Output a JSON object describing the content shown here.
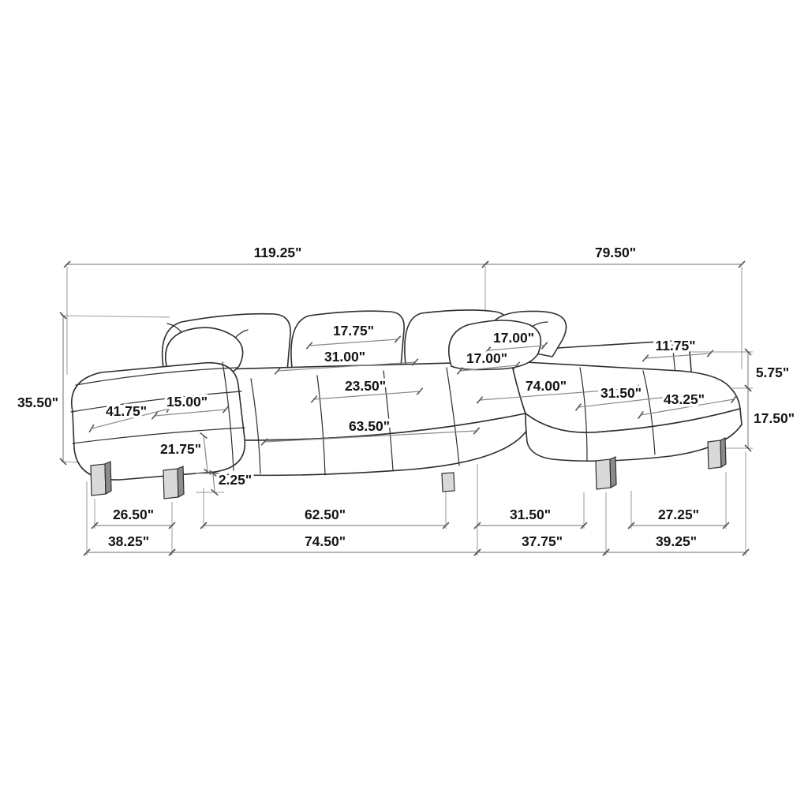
{
  "dims": {
    "overall_width_left": "119.25\"",
    "overall_width_right": "79.50\"",
    "overall_height": "35.50\"",
    "back_cushion_width": "17.75\"",
    "back_cushion_span": "31.00\"",
    "pillow_width_upper": "17.00\"",
    "pillow_width_lower": "17.00\"",
    "right_arm_width": "11.75\"",
    "right_arm_height": "5.75\"",
    "seat_height": "17.50\"",
    "seat_depth": "23.50\"",
    "chaise_length": "74.00\"",
    "chaise_width": "31.50\"",
    "chaise_depth": "43.25\"",
    "left_arm_depth": "41.75\"",
    "left_arm_width": "15.00\"",
    "seat_width": "63.50\"",
    "left_arm_height": "21.75\"",
    "leg_height": "2.25\"",
    "left_leg_span": "26.50\"",
    "seat_span": "62.50\"",
    "chaise_leg_span": "31.50\"",
    "right_leg_span": "27.25\"",
    "left_base_width": "38.25\"",
    "center_base_width": "74.50\"",
    "right_base_inner_width": "37.75\"",
    "right_base_width": "39.25\""
  }
}
